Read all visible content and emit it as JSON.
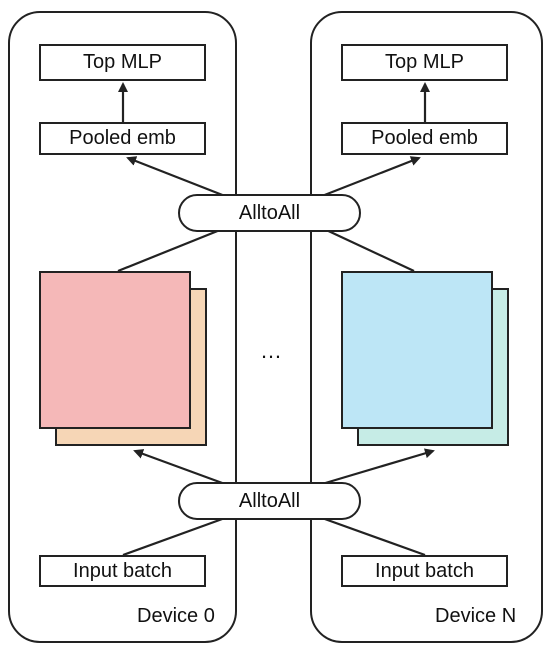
{
  "devices": [
    {
      "label": "Device 0",
      "top_mlp": "Top MLP",
      "pooled": "Pooled emb",
      "input": "Input batch",
      "colors": {
        "front": "#F5B8B8",
        "back": "#F6D6B6"
      }
    },
    {
      "label": "Device N",
      "top_mlp": "Top MLP",
      "pooled": "Pooled emb",
      "input": "Input batch",
      "colors": {
        "front": "#BDE6F6",
        "back": "#C6ECE6"
      }
    }
  ],
  "alltoall_top": "AlltoAll",
  "alltoall_bottom": "AlltoAll",
  "ellipsis": "…"
}
